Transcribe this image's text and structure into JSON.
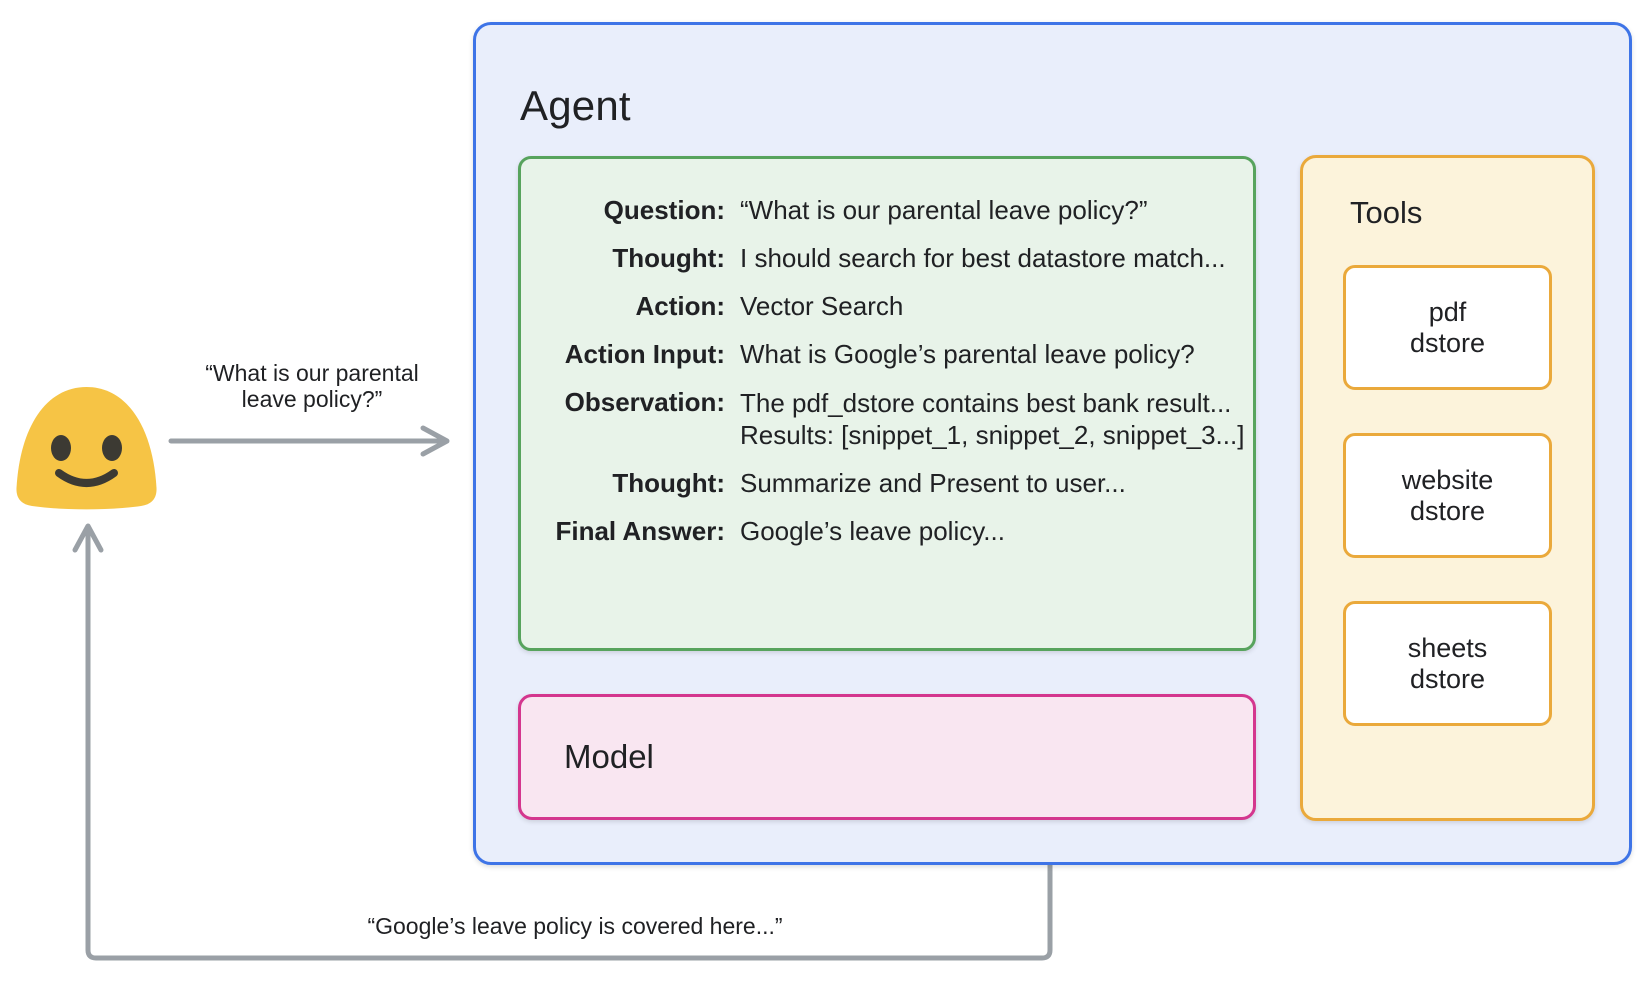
{
  "user": {
    "emoji_icon": "smiling-blob-face",
    "query_line1": "“What is our parental",
    "query_line2": "leave policy?”",
    "response_text": "“Google’s leave policy is covered here...”"
  },
  "agent": {
    "title": "Agent",
    "scratchpad": {
      "rows": [
        {
          "label": "Question:",
          "value": "“What is our parental leave policy?”"
        },
        {
          "label": "Thought:",
          "value": "I should search for best datastore match..."
        },
        {
          "label": "Action:",
          "value": "Vector Search"
        },
        {
          "label": "Action Input:",
          "value": "What is Google’s parental leave policy?"
        },
        {
          "label": "Observation:",
          "value": "The pdf_dstore contains best bank result...",
          "value2": "Results: [snippet_1, snippet_2, snippet_3...]"
        },
        {
          "label": "Thought:",
          "value": "Summarize and Present to user..."
        },
        {
          "label": "Final Answer:",
          "value": "Google’s leave policy..."
        }
      ]
    },
    "model": {
      "title": "Model"
    },
    "tools": {
      "title": "Tools",
      "items": [
        {
          "line1": "pdf",
          "line2": "dstore"
        },
        {
          "line1": "website",
          "line2": "dstore"
        },
        {
          "line1": "sheets",
          "line2": "dstore"
        }
      ]
    }
  },
  "colors": {
    "agent_border": "#3e74e7",
    "agent_fill": "#e9eefb",
    "scratchpad_border": "#57a35d",
    "scratchpad_fill": "#e8f3e9",
    "tools_border": "#eaa93b",
    "tools_fill": "#fcf3db",
    "model_border": "#d4368e",
    "model_fill": "#f9e6f1",
    "arrow_gray": "#9aa0a6",
    "emoji_yellow": "#f6c445",
    "text": "#202124"
  }
}
